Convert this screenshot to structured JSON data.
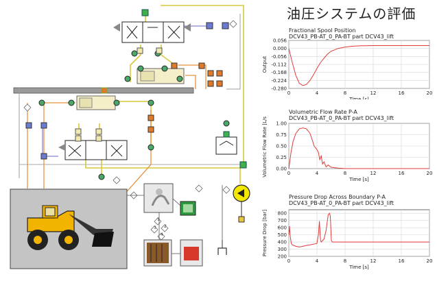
{
  "page": {
    "heading": "油圧システムの評価"
  },
  "diagram": {
    "component_labels": [
      "1",
      "2",
      "3",
      "4"
    ]
  },
  "charts": [
    {
      "title": "Fractional Spool Position",
      "subtitle": "DCV43_PB-AT_0_PA-BT part DCV43_lift",
      "ylabel": "Output",
      "xlabel": "Time [s]"
    },
    {
      "title": "Volumetric Flow Rate P-A",
      "subtitle": "DCV43_PB-AT_0_PA-BT part DCV43_lift",
      "ylabel": "Volumetric Flow Rate [L/s]",
      "xlabel": "Time [s]"
    },
    {
      "title": "Pressure Drop Across Boundary P-A",
      "subtitle": "DCV43_PB-AT_0_PA-BT part DCV43_lift",
      "ylabel": "Pressure Drop [bar]",
      "xlabel": "Time [s]"
    }
  ],
  "chart_data": [
    {
      "type": "line",
      "title": "Fractional Spool Position",
      "xlabel": "Time [s]",
      "ylabel": "Output",
      "xlim": [
        0,
        20
      ],
      "ylim": [
        -0.28,
        0.056
      ],
      "x_ticks": [
        0,
        4,
        8,
        12,
        16,
        20
      ],
      "y_ticks": [
        0.056,
        0,
        -0.056,
        -0.112,
        -0.168,
        -0.224,
        -0.28
      ],
      "y_tick_labels": [
        "0.056",
        "0.000",
        "-0.056",
        "-0.112",
        "-0.168",
        "-0.224",
        "-0.280"
      ],
      "grid": true,
      "color": "#e03a3a",
      "x": [
        0,
        0.5,
        1,
        1.5,
        2,
        2.5,
        3,
        3.5,
        4,
        4.5,
        5,
        5.5,
        6,
        7,
        8,
        9,
        10,
        12,
        14,
        16,
        18,
        20
      ],
      "y": [
        0.0,
        -0.1,
        -0.19,
        -0.245,
        -0.26,
        -0.252,
        -0.225,
        -0.185,
        -0.14,
        -0.1,
        -0.068,
        -0.04,
        -0.02,
        0.0,
        0.01,
        0.015,
        0.018,
        0.02,
        0.02,
        0.02,
        0.02,
        0.02
      ]
    },
    {
      "type": "line",
      "title": "Volumetric Flow Rate P-A",
      "xlabel": "Time [s]",
      "ylabel": "Volumetric Flow Rate [L/s]",
      "xlim": [
        0,
        20
      ],
      "ylim": [
        0,
        1.0
      ],
      "x_ticks": [
        0,
        4,
        8,
        12,
        16,
        20
      ],
      "y_ticks": [
        1.0,
        0.75,
        0.5,
        0.25,
        0.0
      ],
      "y_tick_labels": [
        "1.00",
        "0.75",
        "0.50",
        "0.25",
        "0.00"
      ],
      "grid": true,
      "color": "#e03a3a",
      "x": [
        0,
        0.3,
        0.6,
        1,
        1.5,
        2,
        2.5,
        3,
        3.3,
        3.6,
        4,
        4.2,
        4.4,
        4.6,
        4.8,
        5,
        5.3,
        5.6,
        6,
        7,
        8,
        12,
        16,
        20
      ],
      "y": [
        0.0,
        0.35,
        0.6,
        0.78,
        0.88,
        0.9,
        0.88,
        0.78,
        0.65,
        0.5,
        0.42,
        0.36,
        0.2,
        0.28,
        0.1,
        0.15,
        0.04,
        0.08,
        0.03,
        0.01,
        0.0,
        0.0,
        0.0,
        0.0
      ]
    },
    {
      "type": "line",
      "title": "Pressure Drop Across Boundary P-A",
      "xlabel": "Time [s]",
      "ylabel": "Pressure Drop [bar]",
      "xlim": [
        0,
        20
      ],
      "ylim": [
        200,
        850
      ],
      "x_ticks": [
        0,
        4,
        8,
        12,
        16,
        20
      ],
      "y_ticks": [
        800,
        700,
        600,
        500,
        400,
        300,
        200
      ],
      "y_tick_labels": [
        "800",
        "700",
        "600",
        "500",
        "400",
        "300",
        "200"
      ],
      "grid": true,
      "color": "#e03a3a",
      "x": [
        0,
        0.1,
        0.2,
        0.35,
        0.5,
        1,
        1.5,
        2,
        2.5,
        3,
        3.5,
        4,
        4.2,
        4.35,
        4.5,
        4.6,
        4.8,
        5,
        5.3,
        5.6,
        5.8,
        5.9,
        6.05,
        6.2,
        7,
        8,
        10,
        12,
        14,
        16,
        18,
        20
      ],
      "y": [
        500,
        620,
        480,
        380,
        360,
        340,
        330,
        340,
        350,
        360,
        370,
        380,
        500,
        690,
        430,
        400,
        420,
        440,
        560,
        780,
        800,
        760,
        420,
        400,
        400,
        400,
        400,
        400,
        400,
        400,
        400,
        400
      ]
    }
  ]
}
